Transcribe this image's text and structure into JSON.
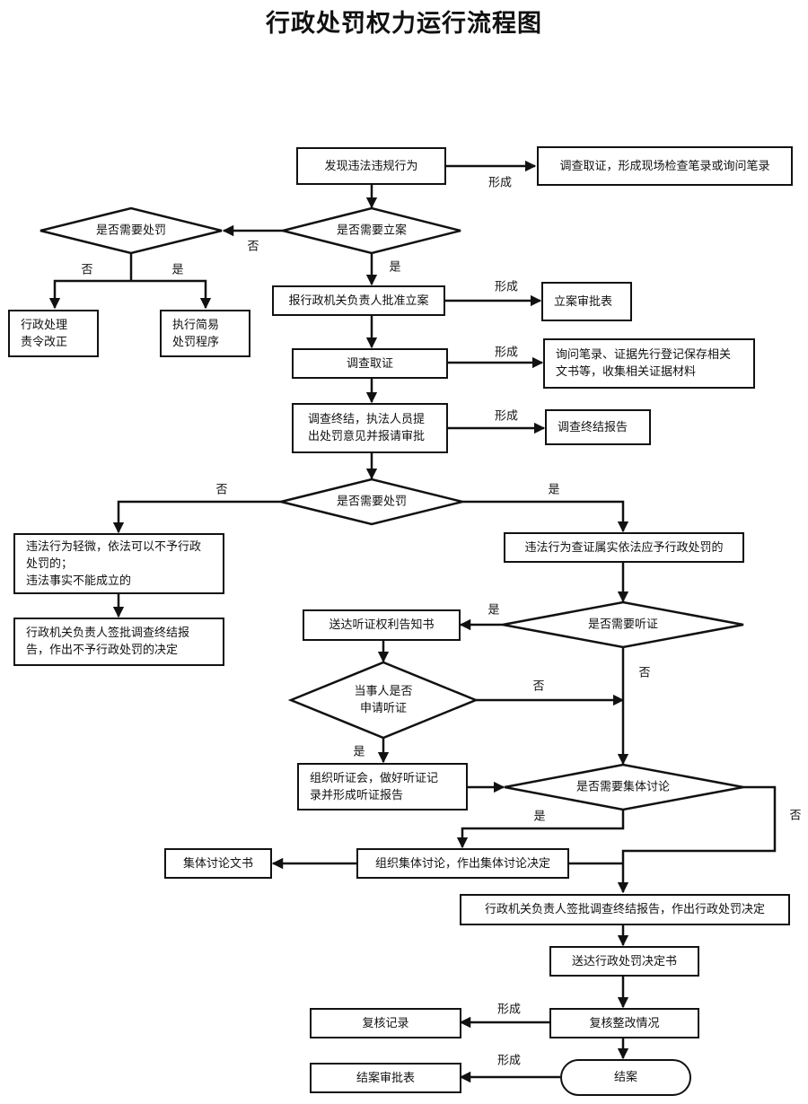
{
  "title": "行政处罚权力运行流程图",
  "nodes": {
    "discover": "发现违法违规行为",
    "investigate_record": "调查取证，形成现场检查笔录或询问笔录",
    "need_filing": "是否需要立案",
    "need_penalty_1": "是否需要处罚",
    "admin_correct": "行政处理\n责令改正",
    "simple_procedure": "执行简易\n处罚程序",
    "report_approve": "报行政机关负责人批准立案",
    "filing_form": "立案审批表",
    "collect_evidence": "调查取证",
    "evidence_docs": "询问笔录、证据先行登记保存相关\n文书等，收集相关证据材料",
    "conclude": "调查终结，执法人员提\n出处罚意见并报请审批",
    "conclusion_report": "调查终结报告",
    "need_penalty_2": "是否需要处罚",
    "minor_violation": "违法行为轻微，依法可以不予行政\n处罚的；\n违法事实不能成立的",
    "no_penalty_decision": "行政机关负责人签批调查终结报\n告，作出不予行政处罚的决定",
    "verified_violation": "违法行为查证属实依法应予行政处罚的",
    "need_hearing": "是否需要听证",
    "hearing_notice": "送达听证权利告知书",
    "party_apply_hearing": "当事人是否\n申请听证",
    "organize_hearing": "组织听证会，做好听证记\n录并形成听证报告",
    "need_collective": "是否需要集体讨论",
    "collective_discussion": "组织集体讨论，作出集体讨论决定",
    "collective_doc": "集体讨论文书",
    "penalty_decision": "行政机关负责人签批调查终结报告，作出行政处罚决定",
    "deliver_decision": "送达行政处罚决定书",
    "review_rectification": "复核整改情况",
    "review_record": "复核记录",
    "close_case": "结案",
    "close_form": "结案审批表"
  },
  "labels": {
    "form_1": "形成",
    "form_2": "形成",
    "form_3": "形成",
    "form_4": "形成",
    "form_5": "形成",
    "form_6": "形成",
    "no_filing": "否",
    "yes_filing": "是",
    "no_penalty_1": "否",
    "yes_penalty_1": "是",
    "no_penalty_2": "否",
    "yes_penalty_2": "是",
    "yes_hearing": "是",
    "no_hearing": "否",
    "no_apply": "否",
    "yes_apply": "是",
    "yes_collective": "是",
    "no_collective": "否"
  }
}
